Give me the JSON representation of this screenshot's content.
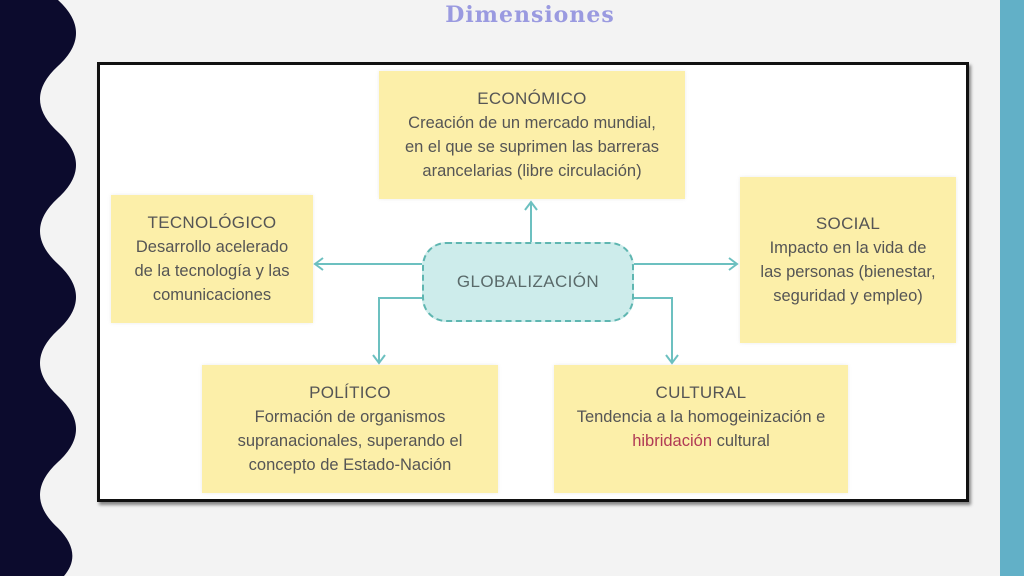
{
  "slide": {
    "title": "Dimensiones",
    "colors": {
      "left_band": "#0c0b2d",
      "right_band": "#62b0c7",
      "title": "#9a9ae0",
      "box": "#fcefa9",
      "center": "#cdeceb",
      "center_border": "#5fb6b1",
      "highlight": "#b03a55"
    }
  },
  "diagram": {
    "center": "GLOBALIZACIÓN",
    "economico": {
      "heading": "ECONÓMICO",
      "lines": [
        "Creación de un mercado mundial,",
        "en el que se suprimen las barreras",
        "arancelarias (libre circulación)"
      ]
    },
    "tecnologico": {
      "heading": "TECNOLÓGICO",
      "lines": [
        "Desarrollo acelerado",
        "de la tecnología y las",
        "comunicaciones"
      ]
    },
    "social": {
      "heading": "SOCIAL",
      "lines": [
        "Impacto en la vida de",
        "las personas (bienestar,",
        "seguridad y empleo)"
      ]
    },
    "politico": {
      "heading": "POLÍTICO",
      "lines": [
        "Formación de organismos",
        "supranacionales, superando el",
        "concepto de Estado-Nación"
      ]
    },
    "cultural": {
      "heading": "CULTURAL",
      "line1": "Tendencia a la homogeinización e",
      "line2_highlight": "hibridación",
      "line2_rest": " cultural"
    }
  }
}
